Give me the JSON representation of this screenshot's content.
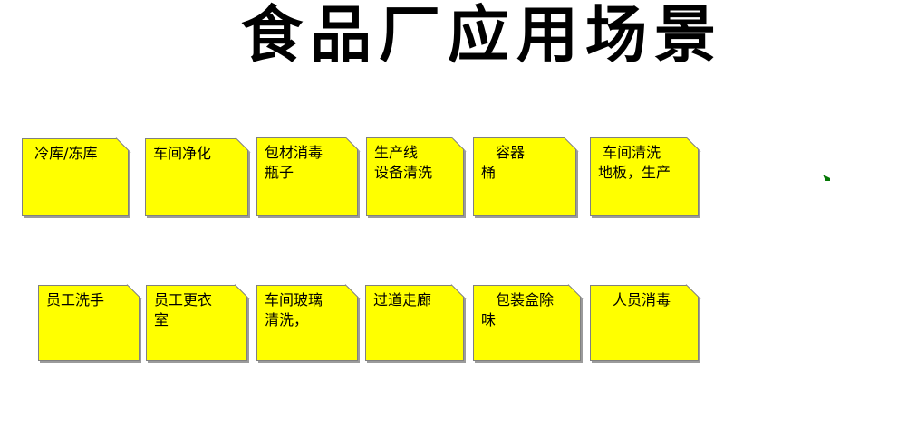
{
  "slide": {
    "title": "食品厂应用场景"
  },
  "colors": {
    "background": "#ffffff",
    "note_fill": "#ffff00",
    "note_border": "#808080",
    "note_shadow": "#9b9b9b",
    "text": "#000000",
    "marker_green": "#067806"
  },
  "notes": [
    {
      "label": " 冷库/冻库"
    },
    {
      "label": "车间净化"
    },
    {
      "label": "包材消毒\n瓶子"
    },
    {
      "label": "生产线\n设备清洗"
    },
    {
      "label": "　容器\n桶"
    },
    {
      "label": " 车间清洗\n地板，生产"
    },
    {
      "label": "员工洗手"
    },
    {
      "label": "员工更衣\n室"
    },
    {
      "label": "车间玻璃\n清洗，"
    },
    {
      "label": "过道走廊"
    },
    {
      "label": "　包装盒除\n味"
    },
    {
      "label": "　人员消毒"
    }
  ],
  "marker": {
    "name": "green-corner-mark"
  }
}
